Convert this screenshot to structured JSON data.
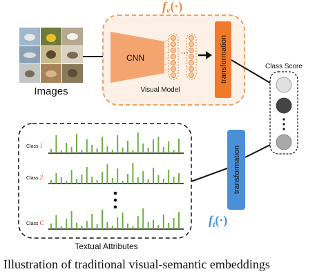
{
  "visual_branch": {
    "function_label": "f",
    "function_subscript": "v",
    "function_args": "(·)",
    "cnn_label": "CNN",
    "model_label": "Visual Model",
    "transform_label": "transformation",
    "input_label": "Images",
    "color": "#f08a3a"
  },
  "score": {
    "label": "Class Score",
    "circle_shades": [
      "#e0e0e0",
      "#444444",
      "#a8a8a8"
    ]
  },
  "text_branch": {
    "function_label": "f",
    "function_subscript": "t",
    "function_args": "(·)",
    "transform_label": "transformation",
    "attributes_label": "Textual Attributes",
    "class_prefix": "Class",
    "class_ids": [
      "1",
      "2",
      "C"
    ],
    "bar_color": "#6cb043",
    "transform_color": "#4a90d9"
  },
  "caption": "Illustration of traditional visual-semantic embeddings"
}
